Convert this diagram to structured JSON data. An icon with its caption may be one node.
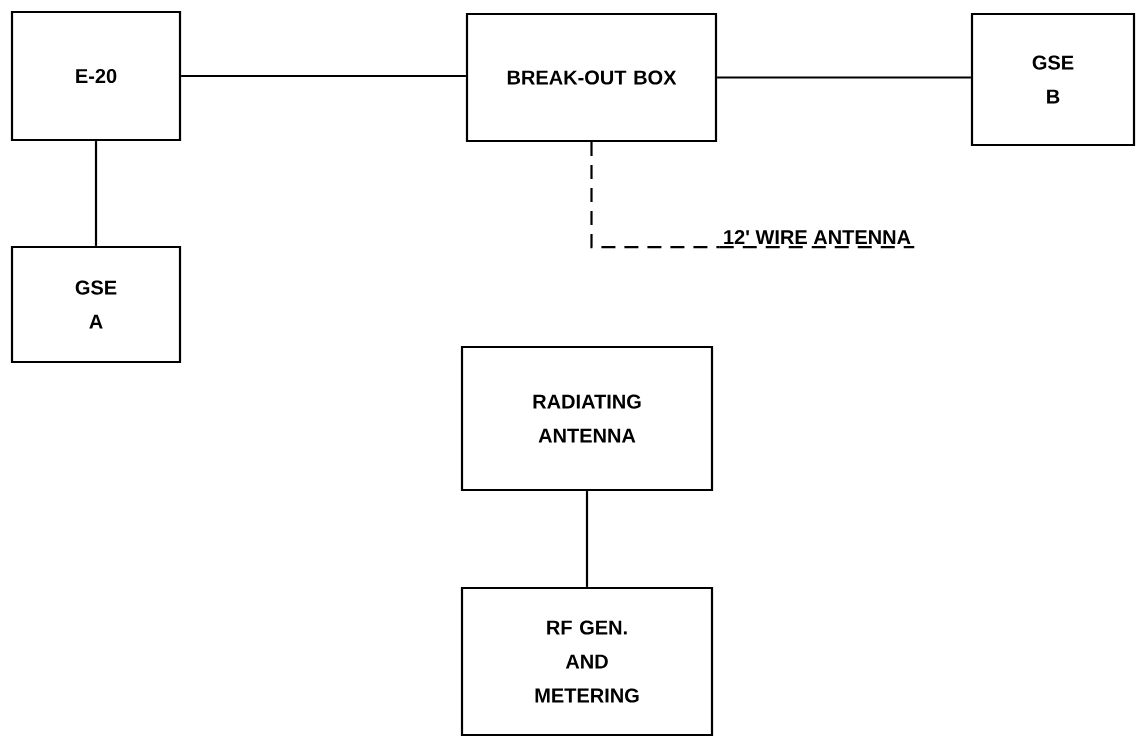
{
  "diagram": {
    "nodes": [
      {
        "text": [
          "E-20"
        ]
      },
      {
        "text": [
          "BREAK-OUT BOX"
        ]
      },
      {
        "text": [
          "GSE B"
        ]
      },
      {
        "text": [
          "GSE A"
        ]
      },
      {
        "text": [
          "12' WIRE ANTENNA"
        ]
      },
      {
        "text": [
          "RADIATING ANTENNA"
        ]
      },
      {
        "text": [
          "RF GEN. AND METERING"
        ]
      }
    ],
    "edges": [
      {
        "from": 0,
        "to": 1,
        "arrow": "none"
      },
      {
        "from": 1,
        "to": 2,
        "arrow": "none"
      },
      {
        "from": 0,
        "to": 3,
        "arrow": "none"
      },
      {
        "from": 1,
        "to": 4,
        "arrow": "none",
        "style": "dashed"
      },
      {
        "from": 5,
        "to": 6,
        "arrow": "none"
      }
    ]
  }
}
